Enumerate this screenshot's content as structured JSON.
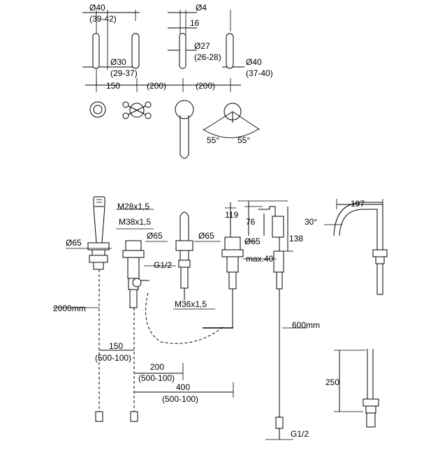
{
  "top_view": {
    "dims": {
      "d40_a": "Ø40",
      "d40_a_range": "(39-42)",
      "d4": "Ø4",
      "d16": "16",
      "d30": "Ø30",
      "d30_range": "(29-37)",
      "d27": "Ø27",
      "d27_range": "(26-28)",
      "d40_b": "Ø40",
      "d40_b_range": "(37-40)",
      "s150": "150",
      "s200_a": "(200)",
      "s200_b": "(200)",
      "angle_a": "55°",
      "angle_b": "55°"
    }
  },
  "side_view": {
    "labels": {
      "m28": "M28x1,5",
      "m38": "M38x1,5",
      "d65_a": "Ø65",
      "d65_b": "Ø65",
      "d65_c": "Ø65",
      "d65_d": "Ø65",
      "g12_a": "G1/2",
      "maxh": "max.40",
      "m36": "M36x1,5",
      "hose": "2000mm",
      "h119": "119",
      "h76": "76",
      "h138": "138",
      "a30": "30°",
      "w197": "197",
      "l600": "600mm",
      "s150": "150",
      "s150_range": "(500-100)",
      "s200": "200",
      "s200_range": "(500-100)",
      "s400": "400",
      "s400_range": "(500-100)",
      "h250": "250",
      "g12_b": "G1/2"
    }
  }
}
